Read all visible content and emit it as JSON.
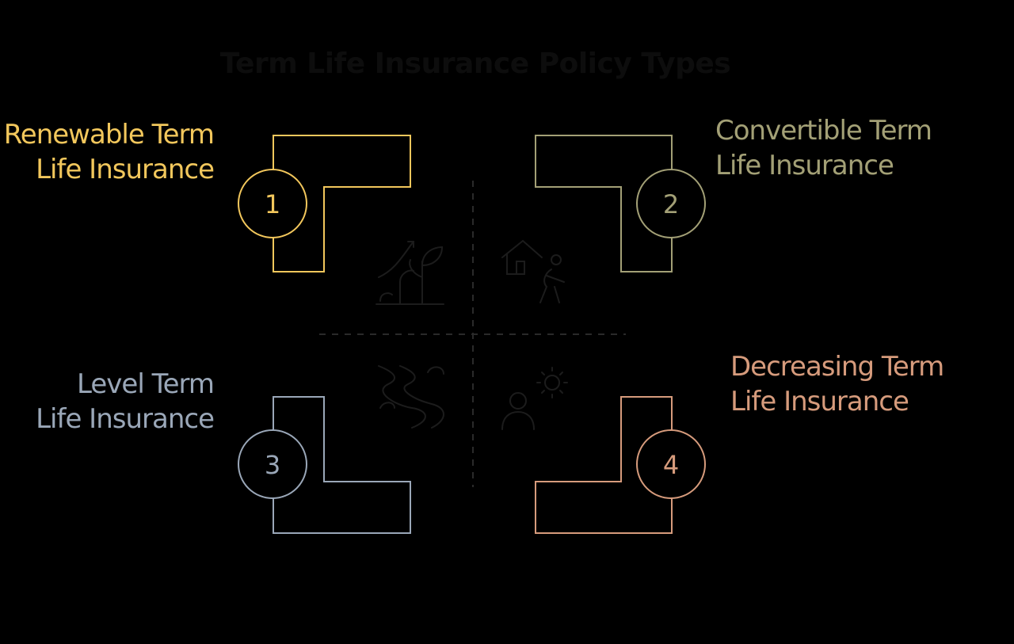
{
  "title": "Term Life Insurance Policy Types",
  "colors": {
    "background": "#000000",
    "title": "#0d0d0d",
    "item1": "#f2c75c",
    "item2": "#a3a076",
    "item3": "#9aa7b8",
    "item4": "#d69b7c",
    "icons": "#1c1c1c",
    "divider": "#2a2a2a"
  },
  "items": [
    {
      "number": "1",
      "line1": "Renewable Term",
      "line2": "Life Insurance",
      "icon": "growing-plant-icon"
    },
    {
      "number": "2",
      "line1": "Convertible Term",
      "line2": "Life Insurance",
      "icon": "house-and-person-icon"
    },
    {
      "number": "3",
      "line1": "Level Term",
      "line2": "Life Insurance",
      "icon": "winding-road-icon"
    },
    {
      "number": "4",
      "line1": "Decreasing Term",
      "line2": "Life Insurance",
      "icon": "person-and-sun-icon"
    }
  ]
}
